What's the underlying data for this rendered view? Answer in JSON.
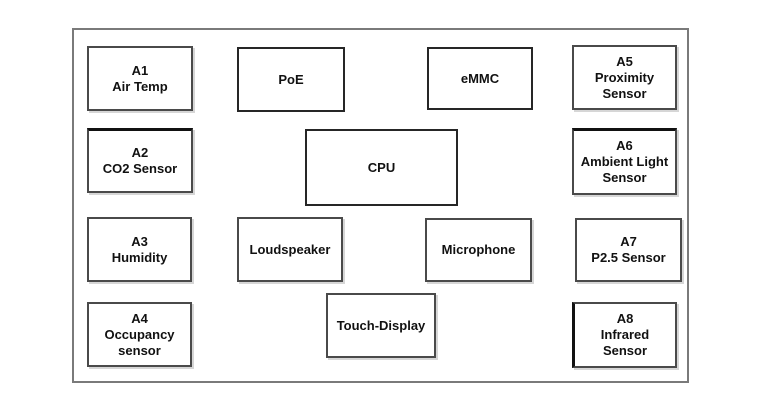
{
  "diagram": {
    "type": "block-diagram",
    "description": "Hardware block diagram of a sensor device board",
    "colors": {
      "background": "#ffffff",
      "outer_border": "#7a7a7a",
      "box_border": "#4a4a4a",
      "dark_box_border": "#262626",
      "text": "#111111"
    },
    "blocks": {
      "a1": {
        "label": "A1\nAir Temp"
      },
      "poe": {
        "label": "PoE"
      },
      "emmc": {
        "label": "eMMC"
      },
      "a5": {
        "label": "A5\nProximity\nSensor"
      },
      "a2": {
        "label": "A2\nCO2 Sensor"
      },
      "cpu": {
        "label": "CPU"
      },
      "a6": {
        "label": "A6\nAmbient Light\nSensor"
      },
      "a3": {
        "label": "A3\nHumidity"
      },
      "loudspeaker": {
        "label": "Loudspeaker"
      },
      "microphone": {
        "label": "Microphone"
      },
      "a7": {
        "label": "A7\nP2.5 Sensor"
      },
      "a4": {
        "label": "A4\nOccupancy\nsensor"
      },
      "touch_display": {
        "label": "Touch-Display"
      },
      "a8": {
        "label": "A8\nInfrared\nSensor"
      }
    }
  }
}
